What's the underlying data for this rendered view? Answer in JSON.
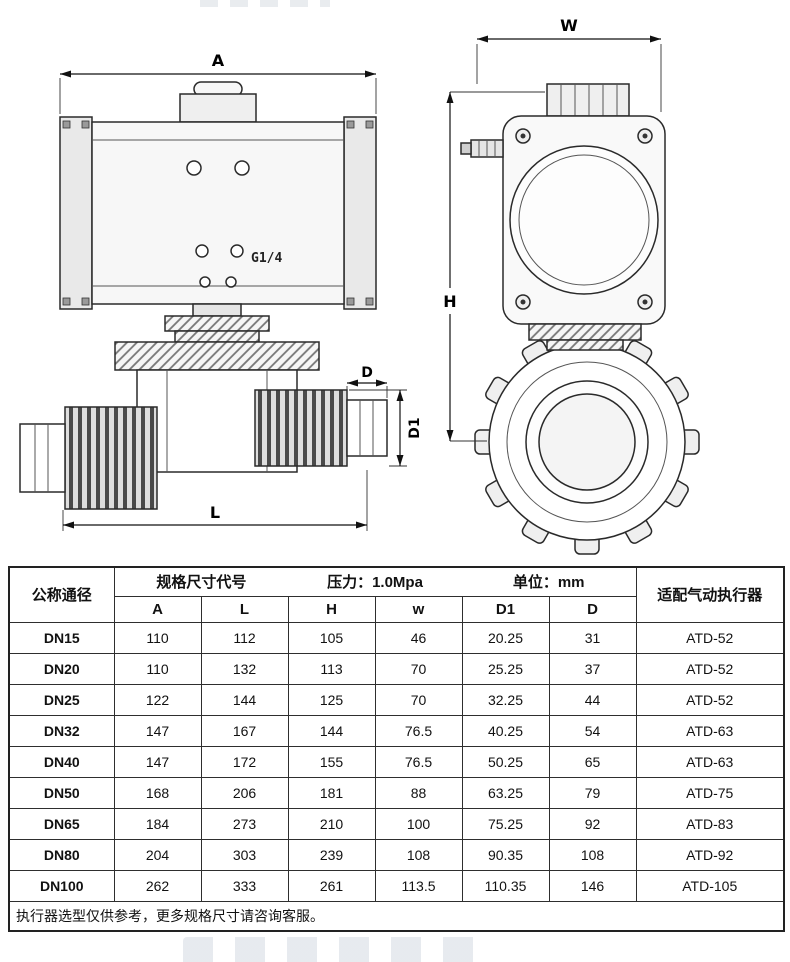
{
  "drawings": {
    "front_view": {
      "dim_a": "A",
      "dim_d": "D",
      "dim_d1": "D1",
      "dim_l": "L",
      "port_label": "G1/4"
    },
    "side_view": {
      "dim_w": "W",
      "dim_h": "H"
    }
  },
  "table": {
    "header": {
      "nominal_diameter": "公称通径",
      "spec_code": "规格尺寸代号",
      "pressure": "压力：1.0Mpa",
      "unit": "单位：mm",
      "actuator_match": "适配气动执行器",
      "dim_columns": [
        "A",
        "L",
        "H",
        "w",
        "D1",
        "D"
      ]
    },
    "rows": [
      {
        "dn": "DN15",
        "a": "110",
        "l": "112",
        "h": "105",
        "w": "46",
        "d1": "20.25",
        "d": "31",
        "actuator": "ATD-52"
      },
      {
        "dn": "DN20",
        "a": "110",
        "l": "132",
        "h": "113",
        "w": "70",
        "d1": "25.25",
        "d": "37",
        "actuator": "ATD-52"
      },
      {
        "dn": "DN25",
        "a": "122",
        "l": "144",
        "h": "125",
        "w": "70",
        "d1": "32.25",
        "d": "44",
        "actuator": "ATD-52"
      },
      {
        "dn": "DN32",
        "a": "147",
        "l": "167",
        "h": "144",
        "w": "76.5",
        "d1": "40.25",
        "d": "54",
        "actuator": "ATD-63"
      },
      {
        "dn": "DN40",
        "a": "147",
        "l": "172",
        "h": "155",
        "w": "76.5",
        "d1": "50.25",
        "d": "65",
        "actuator": "ATD-63"
      },
      {
        "dn": "DN50",
        "a": "168",
        "l": "206",
        "h": "181",
        "w": "88",
        "d1": "63.25",
        "d": "79",
        "actuator": "ATD-75"
      },
      {
        "dn": "DN65",
        "a": "184",
        "l": "273",
        "h": "210",
        "w": "100",
        "d1": "75.25",
        "d": "92",
        "actuator": "ATD-83"
      },
      {
        "dn": "DN80",
        "a": "204",
        "l": "303",
        "h": "239",
        "w": "108",
        "d1": "90.35",
        "d": "108",
        "actuator": "ATD-92"
      },
      {
        "dn": "DN100",
        "a": "262",
        "l": "333",
        "h": "261",
        "w": "113.5",
        "d1": "110.35",
        "d": "146",
        "actuator": "ATD-105"
      }
    ],
    "footnote": "执行器选型仅供参考，更多规格尺寸请咨询客服。"
  }
}
